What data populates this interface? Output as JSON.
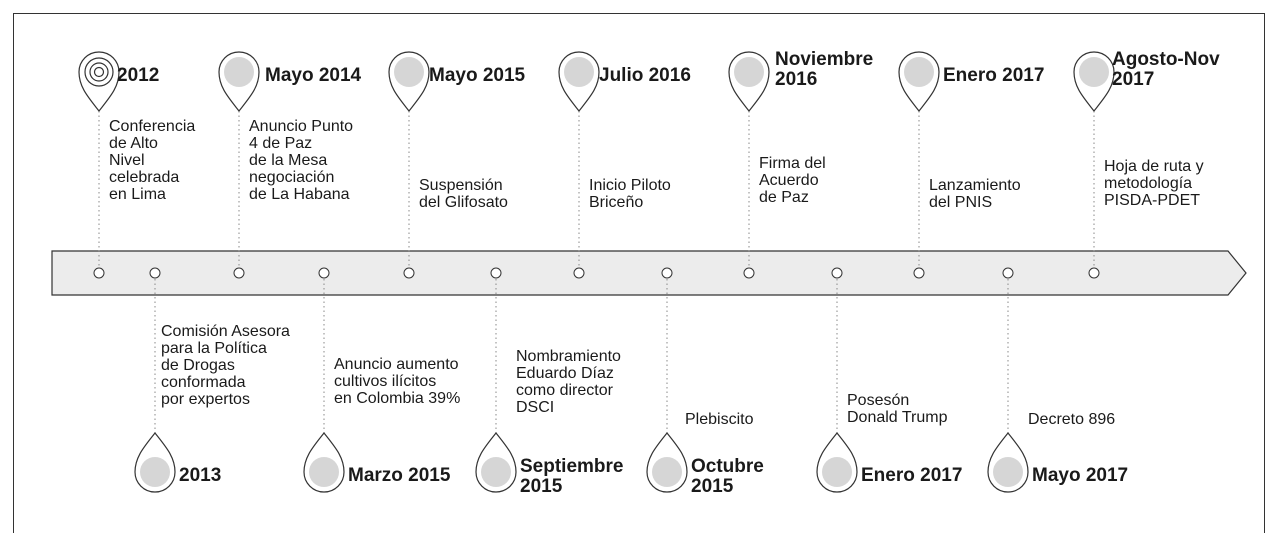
{
  "top_events": [
    {
      "date": "2012",
      "text": "Conferencia\nde Alto\nNivel\ncelebrada\nen Lima",
      "marker": "target"
    },
    {
      "date": "Mayo 2014",
      "text": "Anuncio Punto\n4 de Paz\nde la Mesa\nnegociación\nde La Habana",
      "marker": "pin"
    },
    {
      "date": "Mayo 2015",
      "text": "Suspensión\ndel Glifosato",
      "marker": "pin"
    },
    {
      "date": "Julio 2016",
      "text": "Inicio Piloto\nBriceño",
      "marker": "pin"
    },
    {
      "date": "Noviembre\n2016",
      "text": "Firma del\nAcuerdo\nde Paz",
      "marker": "pin"
    },
    {
      "date": "Enero 2017",
      "text": "Lanzamiento\ndel PNIS",
      "marker": "pin"
    },
    {
      "date": "Agosto-Nov\n2017",
      "text": "Hoja de ruta y\nmetodología\nPISDA-PDET",
      "marker": "pin"
    }
  ],
  "bottom_events": [
    {
      "date": "2013",
      "text": "Comisión Asesora\npara la Política\nde Drogas\nconformada\npor expertos",
      "marker": "drop"
    },
    {
      "date": "Marzo 2015",
      "text": "Anuncio aumento\ncultivos ilícitos\nen Colombia 39%",
      "marker": "drop"
    },
    {
      "date": "Septiembre\n2015",
      "text": "Nombramiento\nEduardo Díaz\ncomo director\nDSCI",
      "marker": "drop"
    },
    {
      "date": "Octubre\n2015",
      "text": "Plebiscito",
      "marker": "drop"
    },
    {
      "date": "Enero 2017",
      "text": "Posesón\nDonald Trump",
      "marker": "drop"
    },
    {
      "date": "Mayo 2017",
      "text": "Decreto 896",
      "marker": "drop"
    }
  ],
  "colors": {
    "line": "#333333",
    "bar_fill": "#ececec",
    "marker_fill": "#d6d6d6",
    "connector": "#888888"
  }
}
